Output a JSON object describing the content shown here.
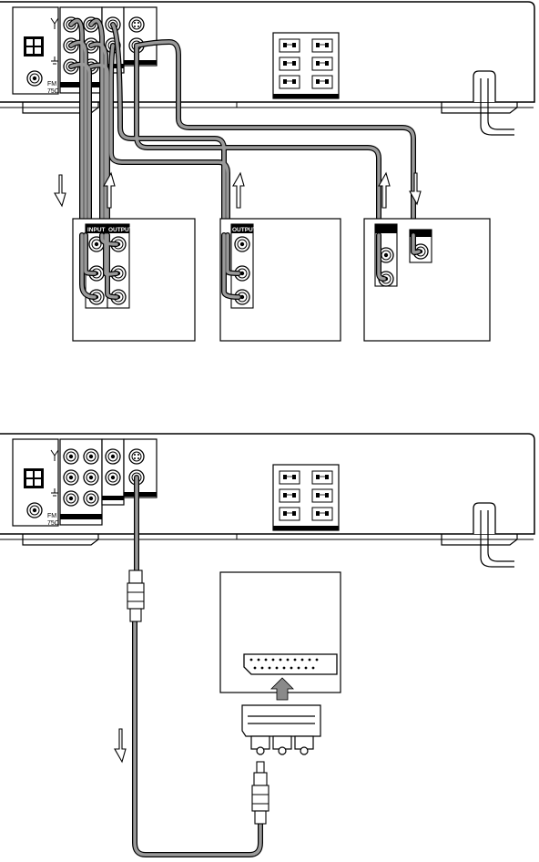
{
  "labels": {
    "input": "INPUT",
    "output": "OUTPUT",
    "output_vcr": "OUTPUT",
    "fm": "FM",
    "ohm": "75Ω"
  },
  "colors": {
    "line": "#000000",
    "cable": "#9a9a9a",
    "panel_fill": "#ffffff"
  }
}
